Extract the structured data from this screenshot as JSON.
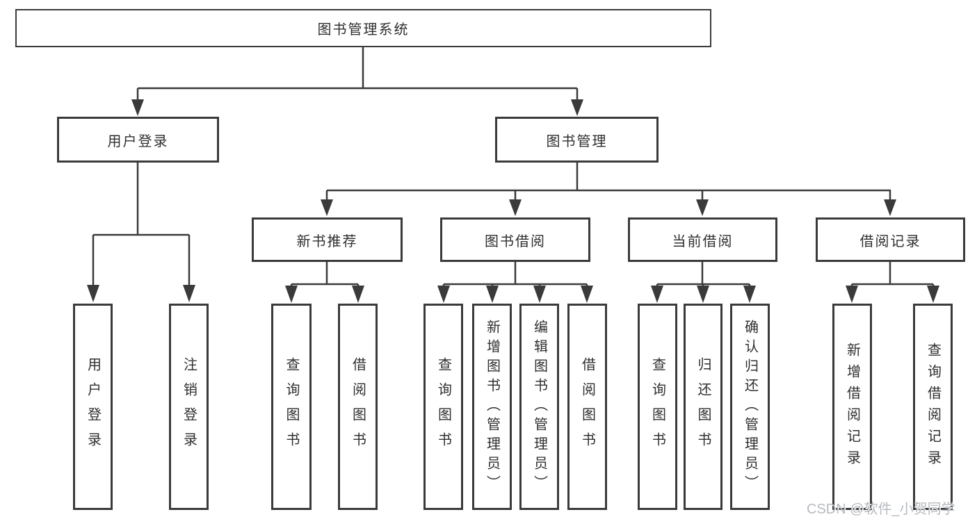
{
  "diagram_title": "图书管理系统",
  "tree": {
    "label": "图书管理系统",
    "children": [
      {
        "label": "用户登录",
        "children": [
          {
            "label": "用户登录"
          },
          {
            "label": "注销登录"
          }
        ]
      },
      {
        "label": "图书管理",
        "children": [
          {
            "label": "新书推荐",
            "children": [
              {
                "label": "查询图书"
              },
              {
                "label": "借阅图书"
              }
            ]
          },
          {
            "label": "图书借阅",
            "children": [
              {
                "label": "查询图书"
              },
              {
                "label": "新增图书（管理员）"
              },
              {
                "label": "编辑图书（管理员）"
              },
              {
                "label": "借阅图书"
              }
            ]
          },
          {
            "label": "当前借阅",
            "children": [
              {
                "label": "查询图书"
              },
              {
                "label": "归还图书"
              },
              {
                "label": "确认归还（管理员）"
              }
            ]
          },
          {
            "label": "借阅记录",
            "children": [
              {
                "label": "新增借阅记录"
              },
              {
                "label": "查询借阅记录"
              }
            ]
          }
        ]
      }
    ]
  },
  "watermark": {
    "text": "CSDN @软件_小贺同学"
  },
  "colors": {
    "line": "#3a3a3a",
    "text": "#2f2f2f",
    "watermark_text": "#b6bac0",
    "background": "#ffffff"
  }
}
